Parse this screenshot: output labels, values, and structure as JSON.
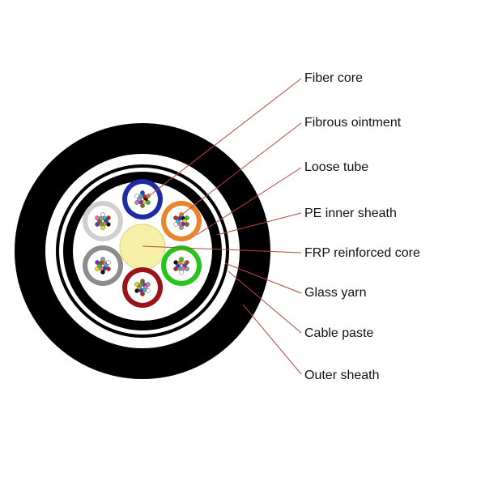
{
  "labels": {
    "fiber_core": "Fiber core",
    "fibrous_ointment": "Fibrous ointment",
    "loose_tube": "Loose tube",
    "pe_inner_sheath": "PE inner sheath",
    "frp_core": "FRP reinforced core",
    "glass_yarn": "Glass yarn",
    "cable_paste": "Cable paste",
    "outer_sheath": "Outer sheath"
  },
  "colors": {
    "leader_line": "#b5473f",
    "sheath": "#000000",
    "frp_core": "#f6efa6",
    "tube_colors": [
      "#1f2aa8",
      "#e8842f",
      "#27c41d",
      "#9b1218",
      "#8c8c8c",
      "#cfcfcf"
    ],
    "fiber_colors": [
      "#1f3fd6",
      "#e8842f",
      "#2fbf3a",
      "#8b5a2b",
      "#9a9a9a",
      "#ffffff",
      "#d11a1a",
      "#111111",
      "#f2d21b",
      "#7a2bc4",
      "#f06ca8",
      "#22c3c8"
    ]
  }
}
